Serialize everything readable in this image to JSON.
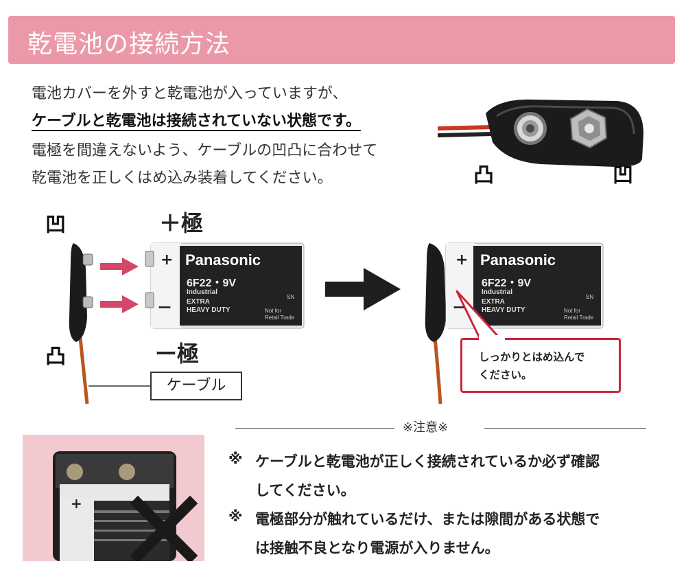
{
  "title": "乾電池の接続方法",
  "intro": {
    "line1": "電池カバーを外すと乾電池が入っていますが、",
    "line2": "ケーブルと乾電池は接続されていない状態です。",
    "line3": "電極を間違えないよう、ケーブルの凹凸に合わせて",
    "line4": "乾電池を正しくはめ込み装着してください。"
  },
  "symbols": {
    "concave": "凹",
    "convex": "凸"
  },
  "poles": {
    "plus": "＋極",
    "minus": "ー極"
  },
  "battery": {
    "brand": "Panasonic",
    "model": "6F22・9V",
    "plus": "+",
    "minus": "ー",
    "desc1": "Industrial",
    "desc2": "EXTRA",
    "desc3": "HEAVY DUTY",
    "mark": "SN",
    "retail1": "Not for",
    "retail2": "Retail Trade"
  },
  "cable_label": "ケーブル",
  "callout": "しっかりとはめ込んで\nください。",
  "notice": {
    "heading": "※注意※",
    "mark": "※",
    "note1_line1": "ケーブルと乾電池が正しく接続されているか必ず確認",
    "note1_line2": "してください。",
    "note2_line1": "電極部分が触れているだけ、または隙間がある状態で",
    "note2_line2": "は接触不良となり電源が入りません。"
  },
  "colors": {
    "title_bg": "#eb98a8",
    "arrow_pink": "#d64668",
    "callout_border": "#c9273a",
    "cable": "#b9561f"
  }
}
